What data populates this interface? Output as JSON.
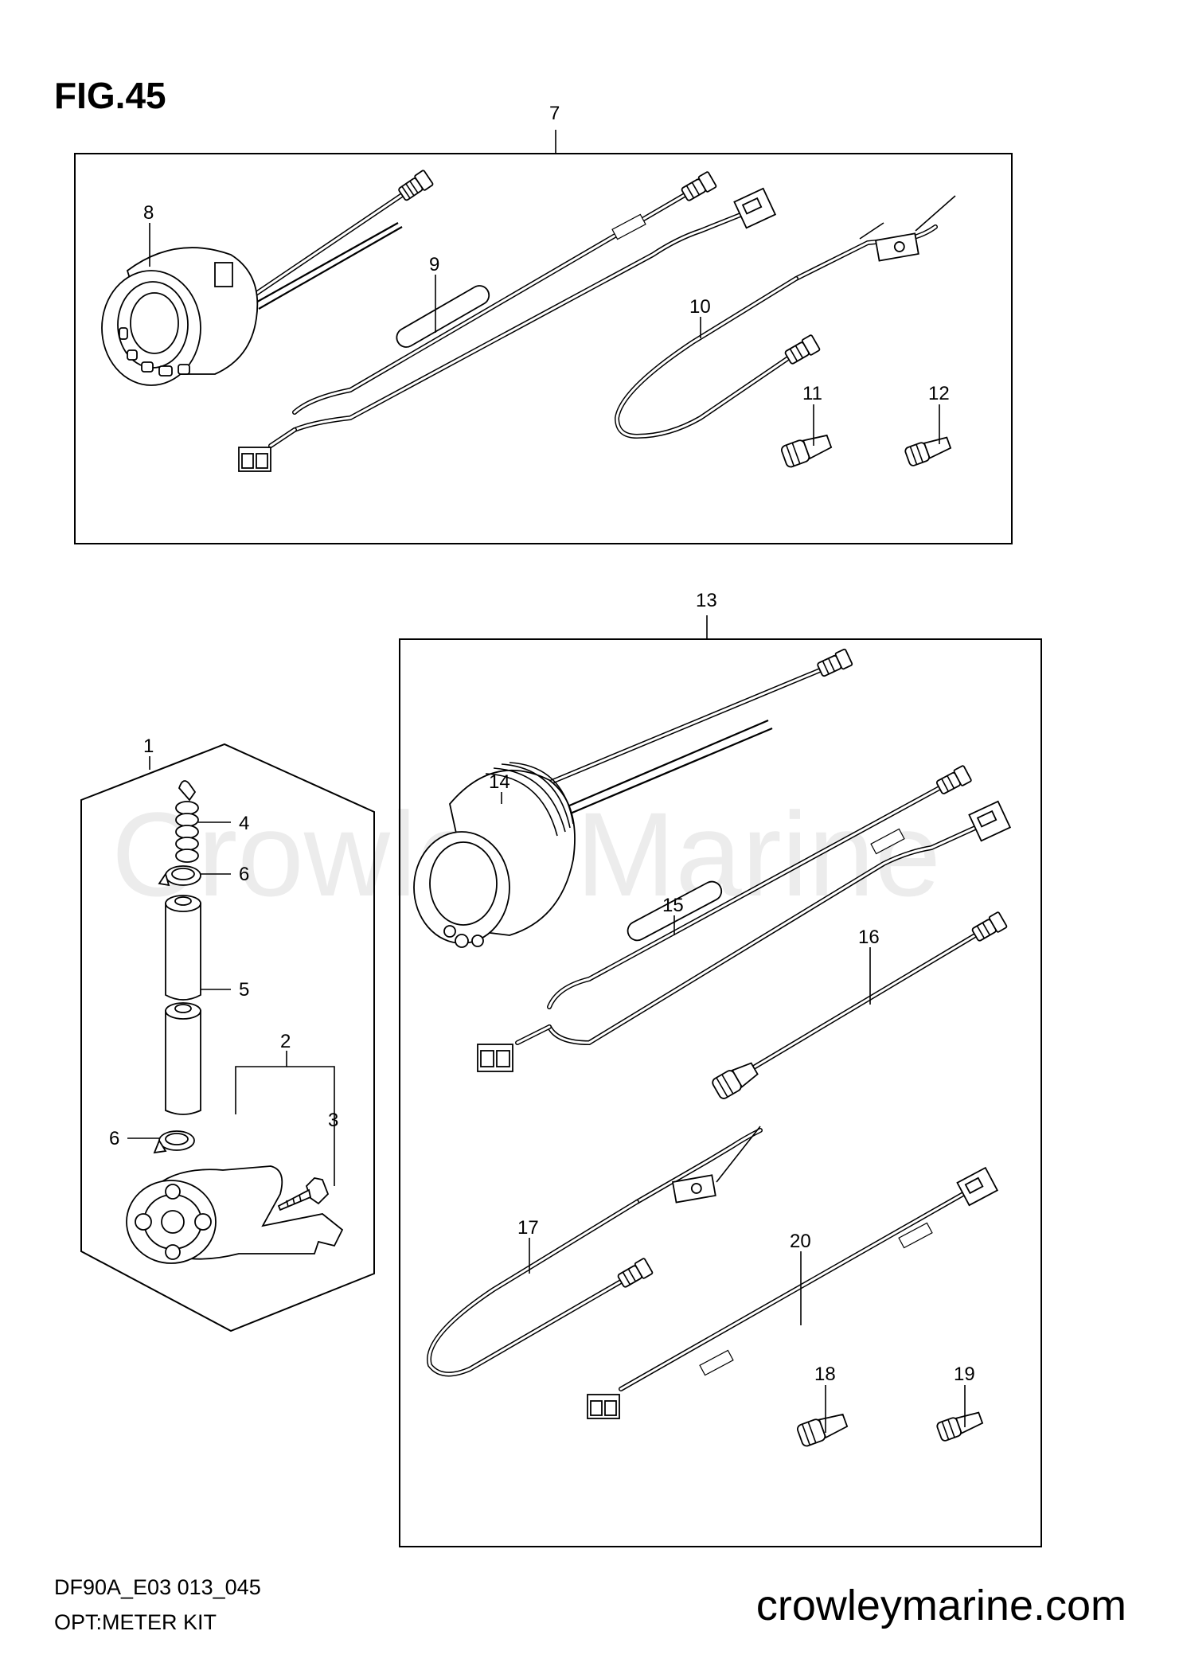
{
  "header": {
    "title": "FIG.45"
  },
  "footer": {
    "code": "DF90A_E03 013_045",
    "name": "OPT:METER KIT",
    "site": "crowleymarine.com"
  },
  "watermark": "Crowley Marine",
  "callouts": [
    {
      "id": "c7",
      "label": "7"
    },
    {
      "id": "c8",
      "label": "8"
    },
    {
      "id": "c9",
      "label": "9"
    },
    {
      "id": "c10",
      "label": "10"
    },
    {
      "id": "c11",
      "label": "11"
    },
    {
      "id": "c12",
      "label": "12"
    },
    {
      "id": "c13",
      "label": "13"
    },
    {
      "id": "c1",
      "label": "1"
    },
    {
      "id": "c4",
      "label": "4"
    },
    {
      "id": "c6a",
      "label": "6"
    },
    {
      "id": "c5",
      "label": "5"
    },
    {
      "id": "c2",
      "label": "2"
    },
    {
      "id": "c3",
      "label": "3"
    },
    {
      "id": "c6b",
      "label": "6"
    },
    {
      "id": "c14",
      "label": "14"
    },
    {
      "id": "c15",
      "label": "15"
    },
    {
      "id": "c16",
      "label": "16"
    },
    {
      "id": "c17",
      "label": "17"
    },
    {
      "id": "c20",
      "label": "20"
    },
    {
      "id": "c18",
      "label": "18"
    },
    {
      "id": "c19",
      "label": "19"
    }
  ]
}
